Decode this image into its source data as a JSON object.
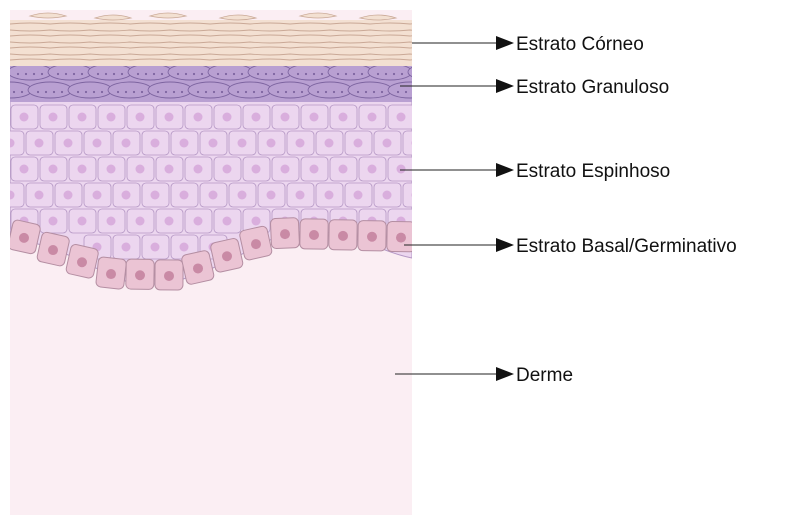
{
  "diagram": {
    "labels": {
      "corneo": "Estrato Córneo",
      "granuloso": "Estrato Granuloso",
      "espinhoso": "Estrato Espinhoso",
      "basal": "Estrato Basal/Germinativo",
      "derme": "Derme"
    },
    "colors": {
      "corneo_fill": "#f3e0d2",
      "corneo_line": "#c9a896",
      "granuloso_fill": "#b9a0d2",
      "granuloso_line": "#7d64a0",
      "espinhoso_fill": "#ecd6ef",
      "espinhoso_line": "#b598c5",
      "espinhoso_nucleus": "#d4a4d8",
      "basal_fill": "#ebc4d4",
      "basal_line": "#b48ea2",
      "basal_nucleus": "#c98aa5",
      "derme_fill": "#fbeef3",
      "arrow": "#111111"
    }
  }
}
